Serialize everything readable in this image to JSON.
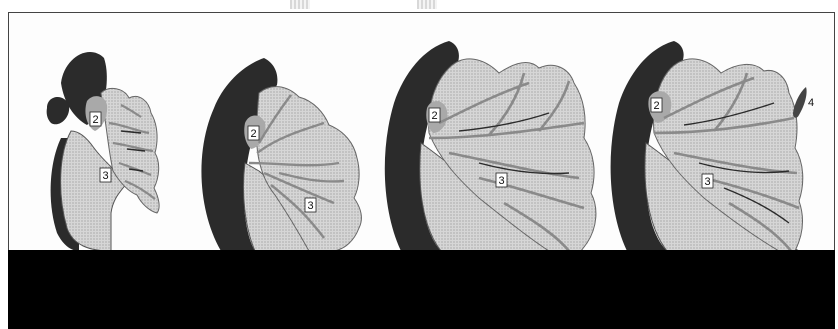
{
  "stages": [
    {
      "labels": [
        "2",
        "3"
      ]
    },
    {
      "labels": [
        "2",
        "3"
      ]
    },
    {
      "labels": [
        "2",
        "3"
      ]
    },
    {
      "labels": [
        "2",
        "3",
        "4"
      ]
    }
  ],
  "colors": {
    "dark_region": "#2b2b2b",
    "stippled_region": "#cfcfcf",
    "vessel": "#8a8a8a",
    "outline": "#555555",
    "bar": "#000000"
  }
}
